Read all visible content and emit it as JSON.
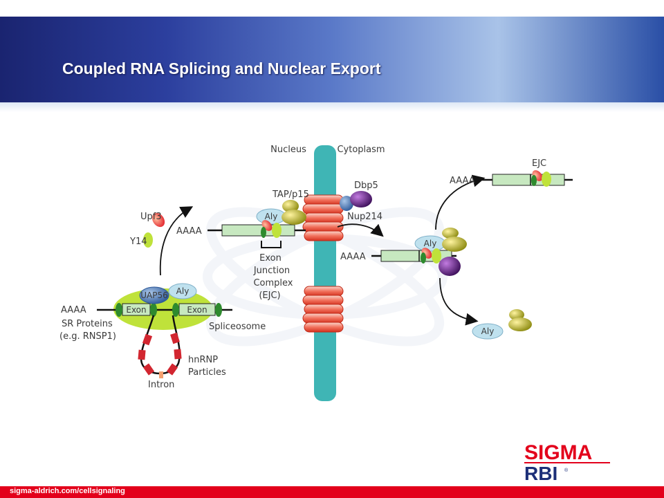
{
  "slide": {
    "title": "Coupled RNA Splicing and Nuclear Export",
    "footer_url": "sigma-aldrich.com/cellsignaling"
  },
  "logo": {
    "line1": "SIGMA",
    "line2": "RBI",
    "reg_mark": "®"
  },
  "diagram": {
    "compartments": {
      "nucleus": "Nucleus",
      "cytoplasm": "Cytoplasm"
    },
    "splicing": {
      "poly_a": "AAAA",
      "exon_left": "Exon",
      "exon_right": "Exon",
      "uap56": "UAP56",
      "aly": "Aly",
      "sr_line1": "SR Proteins",
      "sr_line2": "(e.g. RNSP1)",
      "spliceosome": "Spliceosome",
      "hnrnp_line1": "hnRNP",
      "hnrnp_line2": "Particles",
      "intron": "Intron",
      "upf3": "Upf3",
      "y14": "Y14"
    },
    "export": {
      "poly_a": "AAAA",
      "aly": "Aly",
      "tap": "TAP/p15",
      "dbp5": "Dbp5",
      "nup214": "Nup214",
      "ejc_line1": "Exon",
      "ejc_line2": "Junction",
      "ejc_line3": "Complex",
      "ejc_line4": "(EJC)"
    },
    "cytoplasm": {
      "poly_a_top": "AAAA",
      "ejc": "EJC",
      "poly_a_mid": "AAAA",
      "aly_mid": "Aly",
      "aly_free": "Aly"
    }
  },
  "colors": {
    "footer_red": "#e3001b",
    "title_white": "#ffffff",
    "exon_green": "#c7e8c0",
    "spliceosome_green": "#bfe23a",
    "pore_teal": "#3fb5b5",
    "pore_red": "#e94a3a",
    "aly_blue": "#bfe1ee",
    "tap_yellow": "#c8c02a",
    "dbp5_purple": "#6d2a86"
  }
}
